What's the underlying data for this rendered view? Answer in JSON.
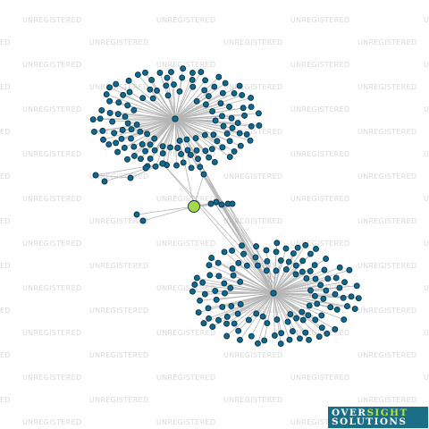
{
  "watermark": {
    "text": "UNREGISTERED",
    "edge_fragment": "ED",
    "color": "#d9d9d9"
  },
  "logo": {
    "part1": "OVER",
    "part2": "SIGHT",
    "part3": "SOLUTIONS",
    "background": "#1a6f86",
    "accent": "#b8e04a"
  },
  "network": {
    "node_color": "#0c6a93",
    "highlight_color": "#a6d64a",
    "edge_color": "#b5b5b5",
    "hubs": [
      "hub-top",
      "hub-bottom",
      "hub-mid"
    ],
    "highlighted_node": "focus-entity"
  }
}
